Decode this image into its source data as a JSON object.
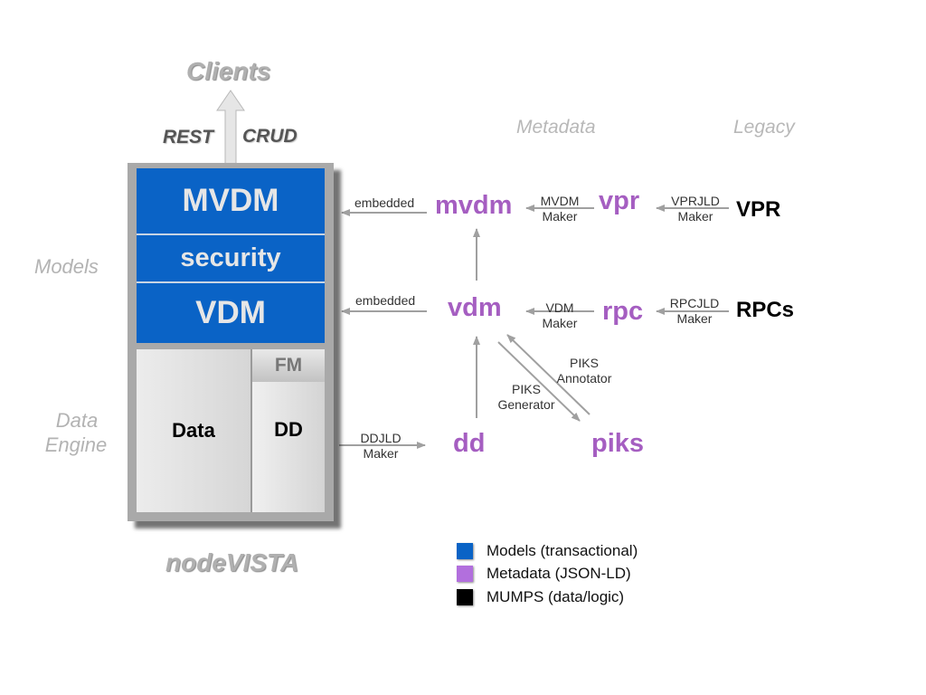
{
  "labels": {
    "clients": "Clients",
    "rest": "REST",
    "crud": "CRUD",
    "models": "Models",
    "data_engine_line1": "Data",
    "data_engine_line2": "Engine",
    "nodevista": "nodeVISTA",
    "metadata": "Metadata",
    "legacy": "Legacy"
  },
  "stack": {
    "mvdm": "MVDM",
    "security": "security",
    "vdm": "VDM",
    "fm": "FM",
    "data": "Data",
    "dd": "DD"
  },
  "nodes": {
    "mvdm": "mvdm",
    "vpr_meta": "vpr",
    "vpr_legacy": "VPR",
    "vdm": "vdm",
    "rpc_meta": "rpc",
    "rpcs_legacy": "RPCs",
    "dd": "dd",
    "piks": "piks"
  },
  "edges": {
    "embedded_top": "embedded",
    "embedded_mid": "embedded",
    "mvdm_maker_1": "MVDM",
    "mvdm_maker_2": "Maker",
    "vprjld_maker_1": "VPRJLD",
    "vprjld_maker_2": "Maker",
    "vdm_maker_1": "VDM",
    "vdm_maker_2": "Maker",
    "rpcjld_maker_1": "RPCJLD",
    "rpcjld_maker_2": "Maker",
    "ddjld_maker_1": "DDJLD",
    "ddjld_maker_2": "Maker",
    "piks_generator_1": "PIKS",
    "piks_generator_2": "Generator",
    "piks_annotator_1": "PIKS",
    "piks_annotator_2": "Annotator"
  },
  "legend": [
    {
      "label": "Models (transactional)",
      "color": "#0a63c6"
    },
    {
      "label": "Metadata (JSON-LD)",
      "color": "#b26fdd"
    },
    {
      "label": "MUMPS (data/logic)",
      "color": "#000000"
    }
  ],
  "colors": {
    "model_blue": "#0a63c6",
    "metadata_purple": "#a55ec1",
    "label_grey": "#b3b3b3",
    "arrow_grey": "#a0a0a0"
  }
}
